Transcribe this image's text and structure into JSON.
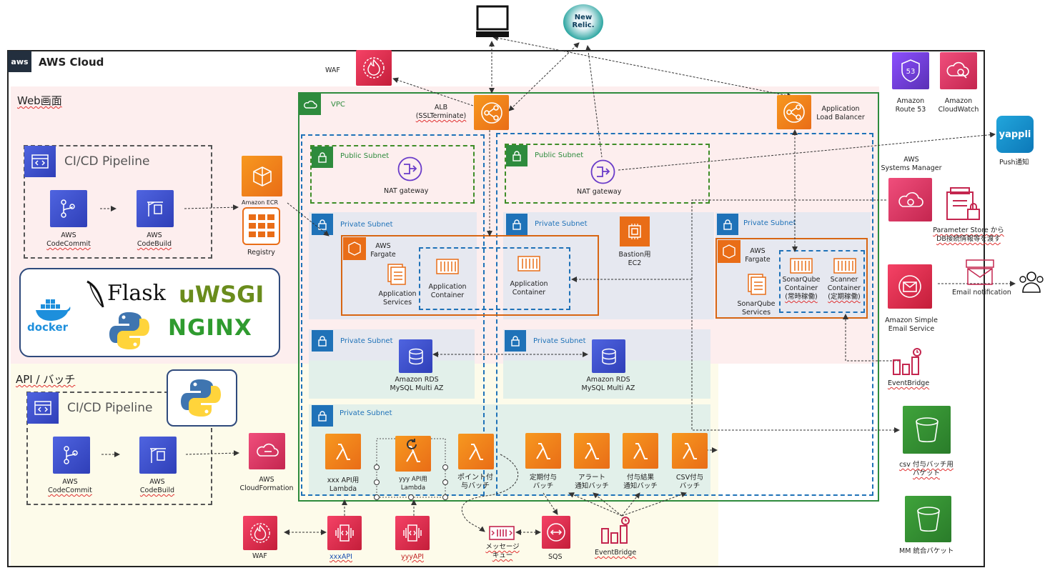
{
  "cloud": {
    "title": "AWS Cloud",
    "logo": "aws"
  },
  "sections": {
    "web": "Web画面",
    "api": "API / バッチ"
  },
  "pipelines": {
    "web_title": "CI/CD Pipeline",
    "api_title": "CI/CD Pipeline"
  },
  "services": {
    "codecommit_name": "AWS",
    "codecommit_sub": "CodeCommit",
    "codebuild_name": "AWS",
    "codebuild_sub": "CodeBuild",
    "ecr": "Amazon ECR",
    "registry": "Registry",
    "cloudformation_1": "AWS",
    "cloudformation_2": "CloudFormation",
    "waf_top": "WAF",
    "waf_bottom": "WAF",
    "alb_1": "ALB",
    "alb_2": "(SSLTerminate)",
    "alb2_1": "Application",
    "alb2_2": "Load Balancer",
    "route53_1": "Amazon",
    "route53_2": "Route 53",
    "cloudwatch_1": "Amazon",
    "cloudwatch_2": "CloudWatch",
    "ssm_1": "AWS",
    "ssm_2": "Systems Manager",
    "param_1": "Parameter Store から",
    "param_2": "DB接続情報等を渡す",
    "ses_1": "Amazon Simple",
    "ses_2": "Email Service",
    "email_notif": "Email notification",
    "eventbridge_r": "EventBridge",
    "eventbridge_b": "EventBridge",
    "s3_csv_1": "csv 付与バッチ用",
    "s3_csv_2": "バケット",
    "s3_mm": "MM 統合バケット",
    "push": "Push通知",
    "yappli": "yappli",
    "newrelic_1": "New",
    "newrelic_2": "Relic."
  },
  "vpc": {
    "label": "VPC",
    "public_subnet": "Public Subnet",
    "private_subnet": "Private Subnet",
    "nat": "NAT gateway",
    "fargate_1": "AWS",
    "fargate_2": "Fargate",
    "app_services_1": "Application",
    "app_services_2": "Services",
    "app_container_1": "Application",
    "app_container_2": "Container",
    "bastion_1": "Bastion用",
    "bastion_2": "EC2",
    "sonar_services_1": "SonarQube",
    "sonar_services_2": "Services",
    "sonar_container_1": "SonarQube",
    "sonar_container_2": "Container",
    "sonar_container_3": "(常時稼働)",
    "scanner_1": "Scanner",
    "scanner_2": "Container",
    "scanner_3": "(定期稼働)",
    "rds_1": "Amazon RDS",
    "rds_2": "MySQL Multi AZ"
  },
  "lambdas": {
    "xxx_1": "xxx API用",
    "xxx_2": "Lambda",
    "yyy_1": "yyy API用",
    "yyy_2": "Lambda",
    "point_1": "ポイント付",
    "point_2": "与バッチ",
    "teiki_1": "定期付与",
    "teiki_2": "バッチ",
    "alert_1": "アラート",
    "alert_2": "通知バッチ",
    "kekka_1": "付与結果",
    "kekka_2": "通知バッチ",
    "csv_1": "CSV付与",
    "csv_2": "バッチ"
  },
  "bottom": {
    "xxxapi": "xxxAPI",
    "yyyapi": "yyyAPI",
    "mq_1": "メッセージ",
    "mq_2": "キュー",
    "sqs": "SQS"
  },
  "tech": {
    "flask": "Flask",
    "uwsgi": "uWSGI",
    "nginx": "NGINX",
    "docker": "docker"
  }
}
